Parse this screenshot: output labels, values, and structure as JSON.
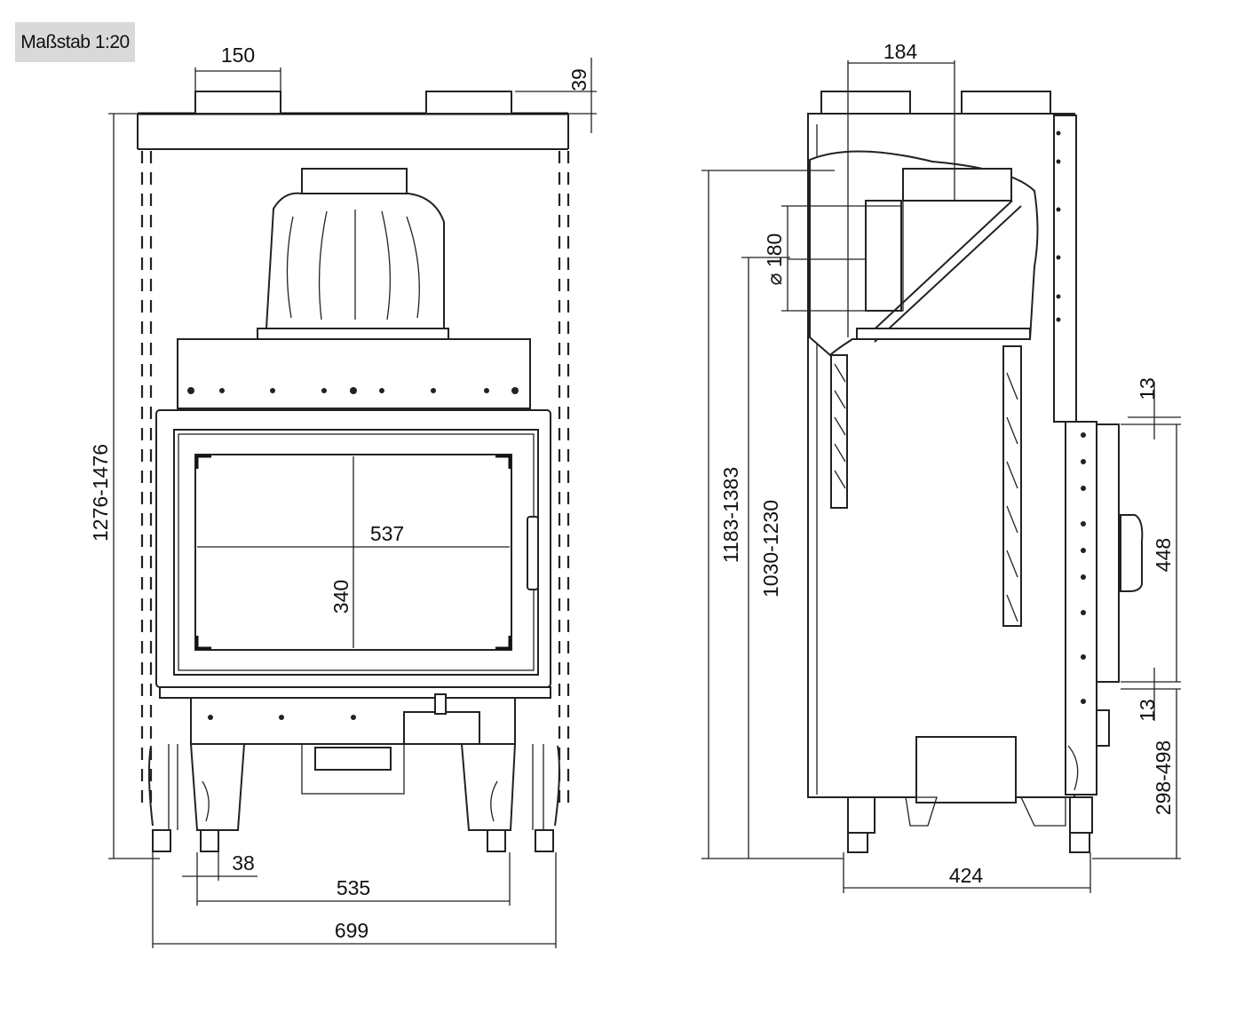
{
  "scale_label": "Maßstab 1:20",
  "front_view": {
    "dim_top_spigot_width": "150",
    "dim_top_offset": "39",
    "dim_total_height": "1276-1476",
    "dim_glass_width": "537",
    "dim_glass_height": "340",
    "dim_foot_width": "38",
    "dim_foot_spacing": "535",
    "dim_total_width": "699"
  },
  "side_view": {
    "dim_spigot_offset": "184",
    "dim_flue_diameter": "⌀ 180",
    "dim_height_outer": "1183-1383",
    "dim_height_inner": "1030-1230",
    "dim_gap_top": "13",
    "dim_door_height": "448",
    "dim_gap_bottom": "13",
    "dim_door_floor": "298-498",
    "dim_depth": "424"
  }
}
